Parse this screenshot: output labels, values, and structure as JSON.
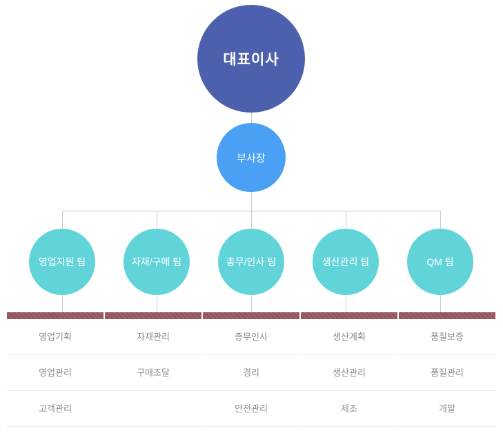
{
  "chart": {
    "root_label": "대표이사",
    "vice_label": "부사장",
    "teams": [
      {
        "label": "영업지원 팀",
        "items": [
          "영업기획",
          "영업관리",
          "고객관리"
        ]
      },
      {
        "label": "자재/구매 팀",
        "items": [
          "자재관리",
          "구매조달",
          ""
        ]
      },
      {
        "label": "총무/인사 팀",
        "items": [
          "총무인사",
          "경리",
          "안전관리"
        ]
      },
      {
        "label": "생산관리 팀",
        "items": [
          "생산계획",
          "생산관리",
          "제조"
        ]
      },
      {
        "label": "QM 팀",
        "items": [
          "품질보증",
          "품질관리",
          "개발"
        ]
      }
    ],
    "colors": {
      "root_circle": "#4c60ae",
      "vice_circle": "#4aa0f5",
      "team_circle": "#61d4da",
      "table_header": "#9d6066",
      "connector": "#cccccc",
      "cell_text": "#898989"
    }
  }
}
